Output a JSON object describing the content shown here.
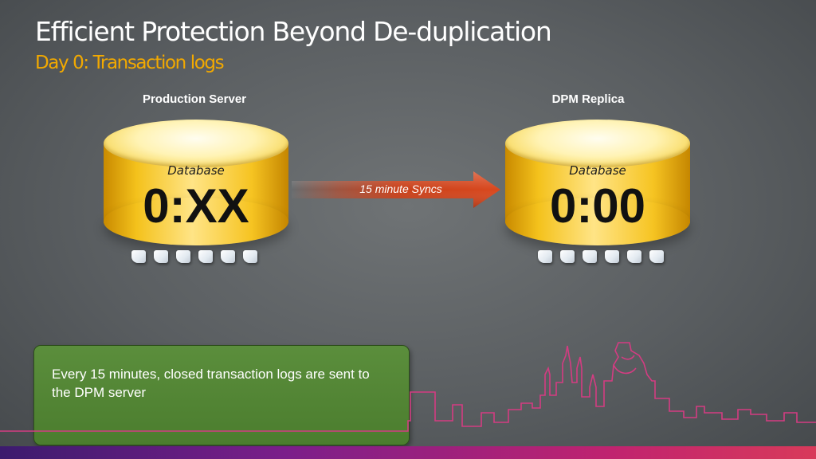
{
  "slide": {
    "title": "Efficient Protection Beyond De-duplication",
    "subtitle": "Day 0: Transaction logs"
  },
  "production": {
    "label": "Production Server",
    "db_caption": "Database",
    "db_time": "0:XX",
    "log_count": 6
  },
  "replica": {
    "label": "DPM Replica",
    "db_caption": "Database",
    "db_time": "0:00",
    "log_count": 6
  },
  "sync_arrow": {
    "label": "15 minute Syncs"
  },
  "callout": {
    "text": "Every 15 minutes, closed transaction logs are sent to the DPM server"
  },
  "colors": {
    "title": "#ffffff",
    "subtitle_accent": "#f2a900",
    "callout_green": "#4f822f",
    "arrow_red": "#c8401a",
    "skyline_pink": "#d43c82"
  }
}
